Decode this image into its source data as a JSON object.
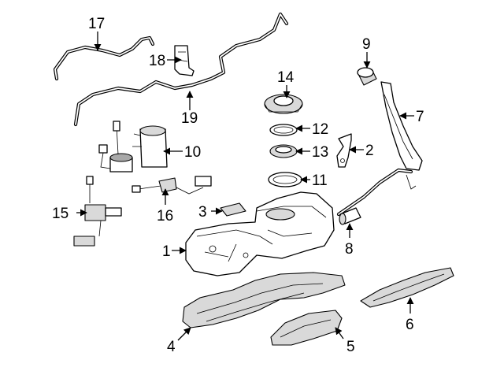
{
  "callouts": [
    {
      "id": "1",
      "text": "1"
    },
    {
      "id": "2",
      "text": "2"
    },
    {
      "id": "3",
      "text": "3"
    },
    {
      "id": "4",
      "text": "4"
    },
    {
      "id": "5",
      "text": "5"
    },
    {
      "id": "6",
      "text": "6"
    },
    {
      "id": "7",
      "text": "7"
    },
    {
      "id": "8",
      "text": "8"
    },
    {
      "id": "9",
      "text": "9"
    },
    {
      "id": "10",
      "text": "10"
    },
    {
      "id": "11",
      "text": "11"
    },
    {
      "id": "12",
      "text": "12"
    },
    {
      "id": "13",
      "text": "13"
    },
    {
      "id": "14",
      "text": "14"
    },
    {
      "id": "15",
      "text": "15"
    },
    {
      "id": "16",
      "text": "16"
    },
    {
      "id": "17",
      "text": "17"
    },
    {
      "id": "18",
      "text": "18"
    },
    {
      "id": "19",
      "text": "19"
    }
  ],
  "colors": {
    "line": "#000000",
    "background": "#ffffff",
    "shade": "#d9d9d9"
  }
}
